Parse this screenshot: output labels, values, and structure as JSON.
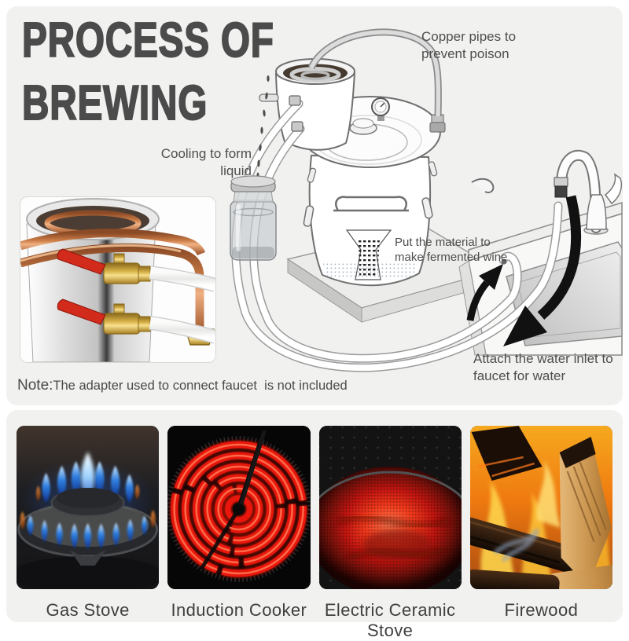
{
  "brewing": {
    "title_line1": "PROCESS OF",
    "title_line2": "BREWING",
    "annotations": {
      "copper_pipes": "Copper pipes to\nprevent poison",
      "cooling": "Cooling to form\nliquid",
      "material": "Put the material to\nmake fermented wine",
      "water_inlet": "Attach the water inlet to\nfaucet for water"
    },
    "note_label": "Note:",
    "note_text": "The adapter used to connect faucet  is not included"
  },
  "heat_sources": {
    "items": [
      {
        "label": "Gas Stove"
      },
      {
        "label": "Induction Cooker"
      },
      {
        "label": "Electric Ceramic Stove"
      },
      {
        "label": "Firewood"
      }
    ]
  },
  "colors": {
    "panel": "#f1f1ef",
    "page_background": "#ffffff",
    "title_text": "#4b4b4b",
    "annotation_text": "#4e4e4e",
    "arrow_black": "#111111",
    "copper": "#c97a45",
    "valve_red": "#d22b1c",
    "brass": "#d9b34a",
    "flame_blue": "#3f8ce0",
    "coil_red": "#e8150c",
    "fire_orange": "#ef7a10"
  }
}
